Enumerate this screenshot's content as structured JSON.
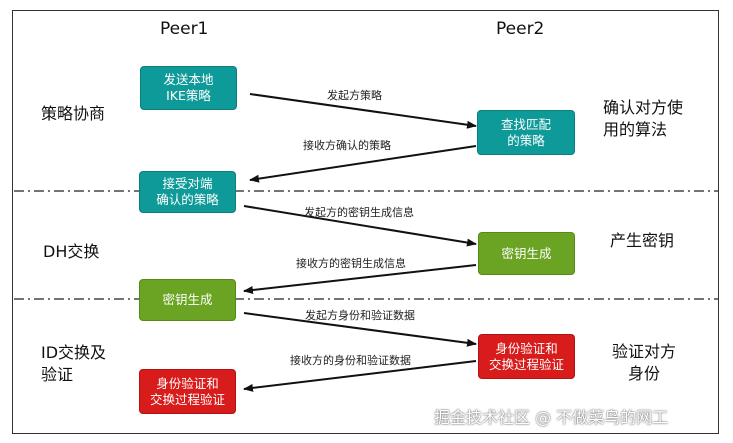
{
  "columns": {
    "left": "Peer1",
    "right": "Peer2"
  },
  "sections": [
    {
      "left_label": "策略协商",
      "right_label": "确认对方使\n用的算法"
    },
    {
      "left_label": "DH交换",
      "right_label": "产生密钥"
    },
    {
      "left_label": "ID交换及\n验证",
      "right_label": "验证对方\n身份"
    }
  ],
  "boxes": {
    "send_local_policy": "发送本地\nIKE策略",
    "find_match_policy": "查找匹配\n的策略",
    "accept_peer_policy": "接受对端\n确认的策略",
    "keygen_peer2": "密钥生成",
    "keygen_peer1": "密钥生成",
    "auth_peer2": "身份验证和\n交换过程验证",
    "auth_peer1": "身份验证和\n交换过程验证"
  },
  "messages": {
    "m1": "发起方策略",
    "m2": "接收方确认的策略",
    "m3": "发起方的密钥生成信息",
    "m4": "接收方的密钥生成信息",
    "m5": "发起方身份和验证数据",
    "m6": "接收方的身份和验证数据"
  },
  "colors": {
    "teal": "#0e9a99",
    "green": "#6aa422",
    "red": "#d81b1b"
  },
  "watermark": "掘金技术社区 @ 不做菜鸟的网工"
}
